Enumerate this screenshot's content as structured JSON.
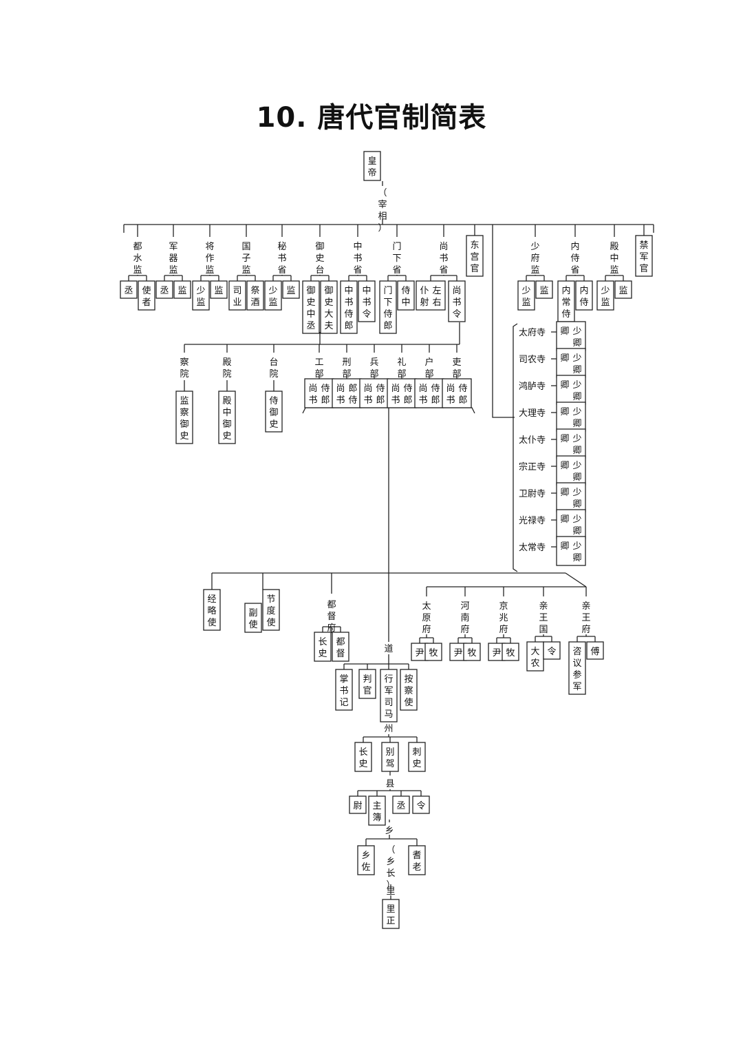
{
  "title": "10. 唐代官制简表",
  "nodes": {
    "emperor": [
      "皇帝"
    ],
    "chancellor": [
      "（宰相）"
    ],
    "dushui": [
      "都水监"
    ],
    "dushui_cheng": [
      "丞"
    ],
    "dushui_shizhe": [
      "使者"
    ],
    "junqi": [
      "军器监"
    ],
    "junqi_cheng": [
      "丞"
    ],
    "junqi_jian": [
      "监"
    ],
    "jiangzuo": [
      "将作监"
    ],
    "jiangzuo_shaojian": [
      "少监"
    ],
    "jiangzuo_jian": [
      "监"
    ],
    "guozi": [
      "国子监"
    ],
    "guozi_siye": [
      "司业"
    ],
    "guozi_jijiu": [
      "祭酒"
    ],
    "mishu": [
      "秘书省"
    ],
    "mishu_shaojian": [
      "少监"
    ],
    "mishu_jian": [
      "监"
    ],
    "yushitai": [
      "御史台"
    ],
    "yushi_zhongcheng": [
      "御史中丞"
    ],
    "yushi_dafu": [
      "御史大夫"
    ],
    "zhongshu": [
      "中书省"
    ],
    "zhongshu_shilang": [
      "中书侍郎"
    ],
    "zhongshu_ling": [
      "中书令"
    ],
    "menxia": [
      "门下省"
    ],
    "menxia_shilang": [
      "门下侍郎"
    ],
    "menxia_shizhong": [
      "侍中"
    ],
    "shangshu": [
      "尚书省"
    ],
    "shangshu_puye": [
      "左右",
      "仆射"
    ],
    "shangshu_ling": [
      "尚书令"
    ],
    "donggong": [
      "东宫官"
    ],
    "shaofu": [
      "少府监"
    ],
    "shaofu_shaojian": [
      "少监"
    ],
    "shaofu_jian": [
      "监"
    ],
    "neishi": [
      "内侍省"
    ],
    "neishi_changshi": [
      "内常侍"
    ],
    "neishi_neishi": [
      "内侍"
    ],
    "dianzhong": [
      "殿中监"
    ],
    "dianzhong_shaojian": [
      "少监"
    ],
    "dianzhong_jian": [
      "监"
    ],
    "jinjun": [
      "禁军官"
    ],
    "chayuan": [
      "察院"
    ],
    "chayuan_off": [
      "监察御史"
    ],
    "dianyuan": [
      "殿院"
    ],
    "dianyuan_off": [
      "殿中御史"
    ],
    "taiyuan": [
      "台院"
    ],
    "taiyuan_off": [
      "侍御史"
    ],
    "gongbu": [
      "工部"
    ],
    "gongbu_off": [
      "侍郎",
      "尚书"
    ],
    "xingbu": [
      "刑部"
    ],
    "xingbu_off": [
      "郎侍",
      "尚书"
    ],
    "bingbu": [
      "兵部"
    ],
    "bingbu_off": [
      "侍郎",
      "尚书"
    ],
    "libu": [
      "礼部"
    ],
    "libu_off": [
      "侍郎",
      "尚书"
    ],
    "hubu": [
      "户部"
    ],
    "hubu_off": [
      "侍郎",
      "尚书"
    ],
    "libu2": [
      "吏部"
    ],
    "libu2_off": [
      "侍郎",
      "尚书"
    ],
    "si_taifu": [
      "太府寺"
    ],
    "si_sinong": [
      "司农寺"
    ],
    "si_honglu": [
      "鸿胪寺"
    ],
    "si_dali": [
      "大理寺"
    ],
    "si_taipu": [
      "太仆寺"
    ],
    "si_zongzheng": [
      "宗正寺"
    ],
    "si_weiwei": [
      "卫尉寺"
    ],
    "si_guanglu": [
      "光禄寺"
    ],
    "si_taichang": [
      "太常寺"
    ],
    "qing_taifu": [
      "少卿",
      "卿"
    ],
    "qing_sinong": [
      "少卿",
      "卿"
    ],
    "qing_honglu": [
      "少卿",
      "卿"
    ],
    "qing_dali": [
      "少卿",
      "卿"
    ],
    "qing_taipu": [
      "少卿",
      "卿"
    ],
    "qing_zongzheng": [
      "少卿",
      "卿"
    ],
    "qing_weiwei": [
      "少卿",
      "卿"
    ],
    "qing_guanglu": [
      "少卿",
      "卿"
    ],
    "qing_taichang": [
      "少卿",
      "卿"
    ],
    "jinglue": [
      "经略使"
    ],
    "jiedu": [
      "节度使"
    ],
    "fushi": [
      "副使"
    ],
    "dudu": [
      "都督府"
    ],
    "dudu_zhangshi": [
      "长史"
    ],
    "dudu_dudu": [
      "都督"
    ],
    "taiyuanfu": [
      "太原府"
    ],
    "taiyuan_yin": [
      "尹"
    ],
    "taiyuan_mu": [
      "牧"
    ],
    "henanfu": [
      "河南府"
    ],
    "henan_yin": [
      "尹"
    ],
    "henan_mu": [
      "牧"
    ],
    "jingzhaofu": [
      "京兆府"
    ],
    "jingzhao_yin": [
      "尹"
    ],
    "jingzhao_mu": [
      "牧"
    ],
    "qinwangguo": [
      "亲王国"
    ],
    "wg_danong": [
      "大农"
    ],
    "wg_ling": [
      "令"
    ],
    "qinwangfu": [
      "亲王府"
    ],
    "wf_ziyi": [
      "咨议参军"
    ],
    "wf_fu": [
      "傅"
    ],
    "dao": [
      "道"
    ],
    "dao_zhangshuji": [
      "掌书记"
    ],
    "dao_panguan": [
      "判官"
    ],
    "dao_xingjun": [
      "行军司马"
    ],
    "dao_anchashi": [
      "按察使"
    ],
    "zhou": [
      "州"
    ],
    "zhou_zhangshi": [
      "长史"
    ],
    "zhou_biejia": [
      "别驾"
    ],
    "zhou_cishi": [
      "刺史"
    ],
    "xian": [
      "县"
    ],
    "xian_wei": [
      "尉"
    ],
    "xian_zhubu": [
      "主簿"
    ],
    "xian_cheng": [
      "丞"
    ],
    "xian_ling": [
      "令"
    ],
    "xiang": [
      "乡"
    ],
    "xiang_zuo": [
      "乡佐"
    ],
    "xiang_zhang": [
      "（乡长）"
    ],
    "xiang_qilao": [
      "耆老"
    ],
    "li": [
      "里"
    ],
    "li_zheng": [
      "里正"
    ]
  }
}
